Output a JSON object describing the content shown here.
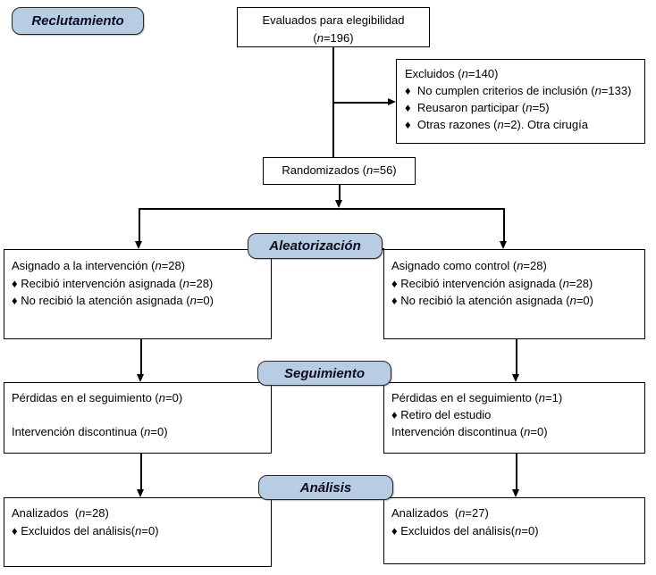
{
  "title": "CONSORT flow diagram (Spanish)",
  "palette": {
    "stage_badge_fill": "#b8cce4",
    "stage_badge_border": "#262626",
    "box_border": "#000000",
    "line_color": "#000000",
    "text_color": "#000000"
  },
  "stage_labels": {
    "recruitment": "Reclutamiento",
    "randomization": "Aleatorización",
    "followup": "Seguimiento",
    "analysis": "Análisis"
  },
  "boxes": {
    "eligibility": {
      "lines": [
        "Evaluados para elegibilidad",
        "(n=196)"
      ]
    },
    "excluded": {
      "lines": [
        "Excluidos (n=140)",
        "♦  No cumplen criterios de inclusión (n=133)",
        "♦  Reusaron participar (n=5)",
        "♦  Otras razones (n=2). Otra cirugía"
      ]
    },
    "randomized": {
      "lines": [
        "Randomizados (n=56)"
      ]
    },
    "intervention_arm": {
      "lines": [
        "Asignado a la intervención (n=28)",
        "♦ Recibió intervención asignada (n=28)",
        "♦ No recibió la atención asignada (n=0)"
      ]
    },
    "control_arm": {
      "lines": [
        "Asignado como control (n=28)",
        "♦ Recibió intervención asignada (n=28)",
        "♦ No recibió la atención asignada (n=0)"
      ]
    },
    "followup_intervention": {
      "lines": [
        "Pérdidas en el seguimiento (n=0)",
        "",
        "Intervención discontinua (n=0)"
      ]
    },
    "followup_control": {
      "lines": [
        "Pérdidas en el seguimiento (n=1)",
        "♦ Retiro del estudio",
        "Intervención discontinua (n=0)"
      ]
    },
    "analysis_intervention": {
      "lines": [
        "Analizados  (n=28)",
        "♦ Excluidos del análisis(n=0)"
      ]
    },
    "analysis_control": {
      "lines": [
        "Analizados  (n=27)",
        "♦ Excluidos del análisis(n=0)"
      ]
    }
  }
}
